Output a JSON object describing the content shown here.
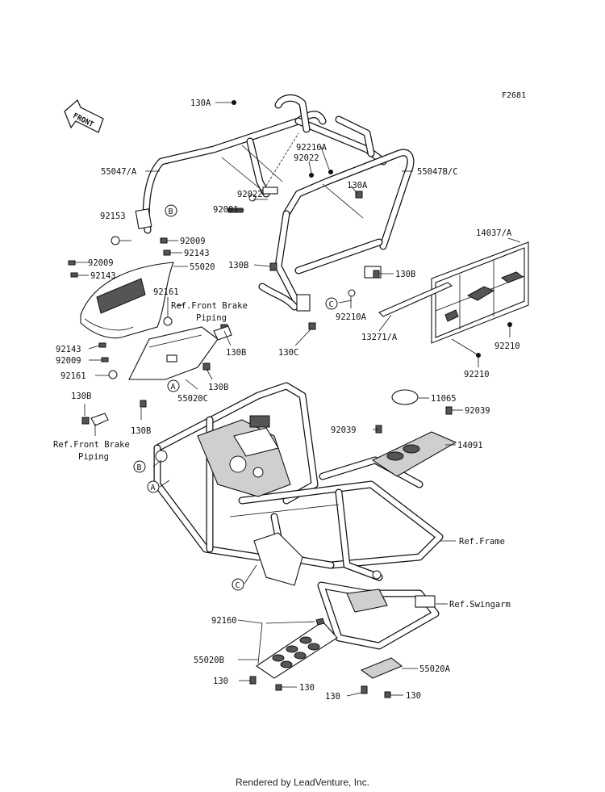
{
  "figure_id": "F2681",
  "front_label": "FRONT",
  "footer": "Rendered by LeadVenture, Inc.",
  "callouts": {
    "130A_top": "130A",
    "92210A": "92210A",
    "92022_a": "92022",
    "55047A": "55047/A",
    "55047BC": "55047B/C",
    "92022_b": "92022",
    "130A_mid": "130A",
    "92001": "92001",
    "92153": "92153",
    "92009_a": "92009",
    "92143_a": "92143",
    "92009_b": "92009",
    "55020": "55020",
    "92143_b": "92143",
    "14037A": "14037/A",
    "130B_a": "130B",
    "130B_b": "130B",
    "92161_a": "92161",
    "ref_front_brake_1": "Ref.Front Brake",
    "piping_1": "Piping",
    "92210A_b": "92210A",
    "130C": "130C",
    "13271A": "13271/A",
    "92143_c": "92143",
    "92009_c": "92009",
    "130B_c": "130B",
    "92210_a": "92210",
    "92161_b": "92161",
    "130B_d": "130B",
    "55020C": "55020C",
    "92210_b": "92210",
    "130B_e": "130B",
    "11065": "11065",
    "130B_f": "130B",
    "ref_front_brake_2": "Ref.Front Brake",
    "piping_2": "Piping",
    "92039_a": "92039",
    "92039_b": "92039",
    "14091": "14091",
    "ref_frame": "Ref.Frame",
    "ref_swingarm": "Ref.Swingarm",
    "92160": "92160",
    "55020B": "55020B",
    "55020A": "55020A",
    "130_a": "130",
    "130_b": "130",
    "130_c": "130",
    "130_d": "130"
  },
  "circle_markers": {
    "A": "A",
    "B": "B",
    "C": "C"
  }
}
